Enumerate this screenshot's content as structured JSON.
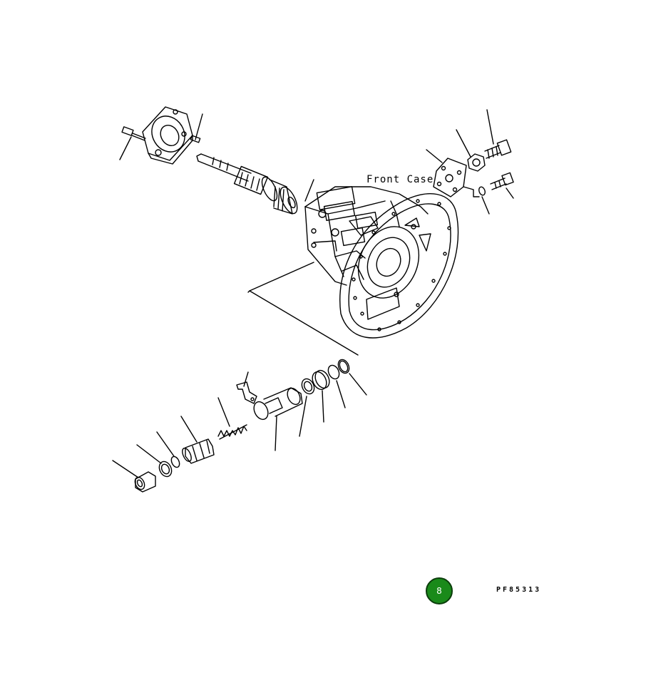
{
  "diagram": {
    "front_case_label": "Front Case",
    "drawing_code": "PF85313",
    "page_badge": "8",
    "colors": {
      "line": "#000000",
      "background": "#ffffff",
      "badge": "#1a8a1a"
    }
  }
}
